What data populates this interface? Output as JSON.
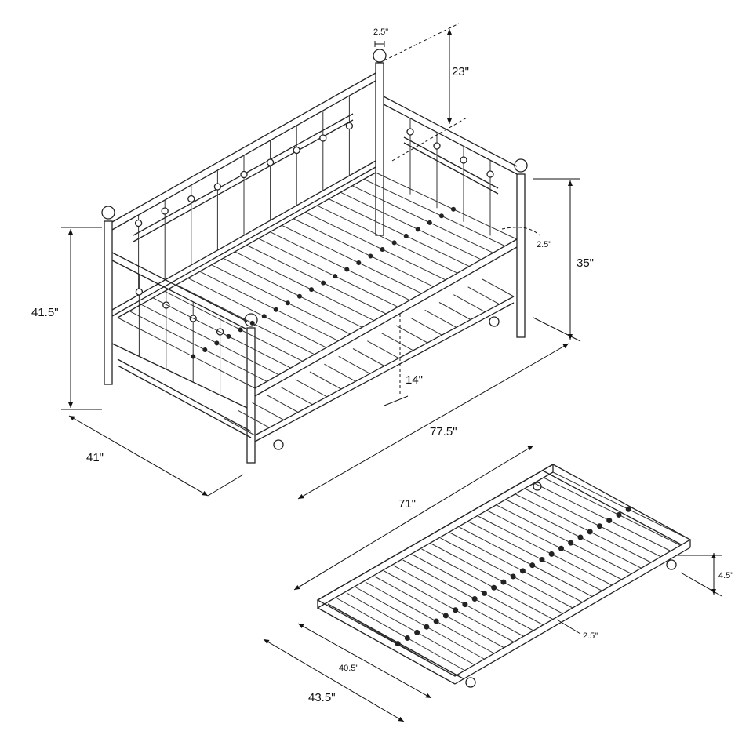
{
  "dimensions": {
    "finial_diameter": "2.5\"",
    "back_height_above_arm": "23\"",
    "overall_height": "41.5\"",
    "arm_height": "35\"",
    "arm_post_width": "2.5\"",
    "trundle_clearance": "14\"",
    "overall_depth": "41\"",
    "overall_length": "77.5\"",
    "trundle_length": "71\"",
    "trundle_height": "4.5\"",
    "trundle_rail_width": "2.5\"",
    "trundle_inner_width": "40.5\"",
    "trundle_outer_width": "43.5\""
  },
  "colors": {
    "line": "#222222",
    "background": "#ffffff"
  }
}
